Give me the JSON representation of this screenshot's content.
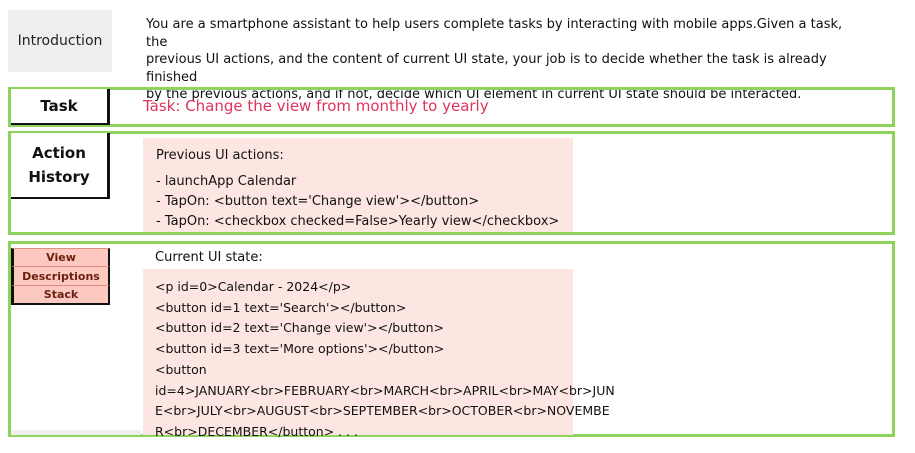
{
  "introduction": {
    "label": "Introduction",
    "lines": [
      "You are a smartphone assistant to help users complete tasks by interacting with mobile apps.Given a task, the",
      "previous UI actions, and the content of current UI state, your job is to decide whether the task is already finished",
      "by the previous actions, and if not, decide which UI element in current UI state should be interacted."
    ]
  },
  "task": {
    "label": "Task",
    "text": "Task: Change the view from monthly to yearly"
  },
  "history": {
    "label_line1": "Action",
    "label_line2": "History",
    "title": "Previous UI actions:",
    "lines": [
      "- launchApp Calendar",
      "- TapOn: <button text='Change view'></button>",
      "- TapOn: <checkbox checked=False>Yearly view</checkbox>"
    ]
  },
  "state": {
    "tabs": [
      "View",
      "Descriptions",
      "Stack"
    ],
    "title": "Current UI state:",
    "lines": [
      "<p id=0>Calendar - 2024</p>",
      "<button id=1 text='Search'></button>",
      "<button id=2 text='Change view'></button>",
      "<button id=3 text='More options'></button>",
      "<button",
      "id=4>JANUARY<br>FEBRUARY<br>MARCH<br>APRIL<br>MAY<br>JUN",
      "E<br>JULY<br>AUGUST<br>SEPTEMBER<br>OCTOBER<br>NOVEMBE",
      "R<br>DECEMBER</button> . . ."
    ]
  },
  "colors": {
    "frame_green": "#8fd35d",
    "task_red": "#e0335a",
    "panel_pink": "#fde6e2",
    "tab_pink": "#fbc9bf"
  }
}
